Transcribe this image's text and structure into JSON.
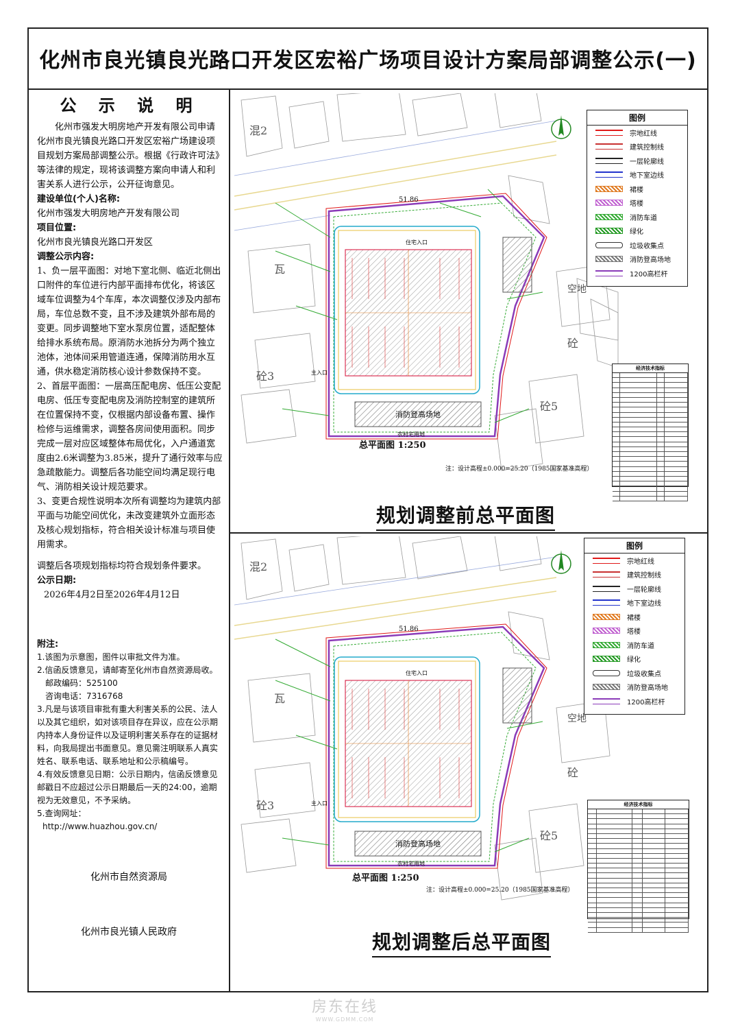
{
  "title": "化州市良光镇良光路口开发区宏裕广场项目设计方案局部调整公示(一)",
  "notice": {
    "heading": "公 示 说 明",
    "intro": "化州市强发大明房地产开发有限公司申请化州市良光镇良光路口开发区宏裕广场建设项目规划方案局部调整公示。根据《行政许可法》等法律的规定，现将该调整方案向申请人和利害关系人进行公示，公开征询意见。",
    "applicant_label": "建设单位(个人)名称:",
    "applicant": "化州市强发大明房地产开发有限公司",
    "location_label": "项目位置:",
    "location": "化州市良光镇良光路口开发区",
    "content_label": "调整公示内容:",
    "item1": "1、负一层平面图：对地下室北侧、临近北侧出口附件的车位进行内部平面排布优化，将该区域车位调整为4个车库，本次调整仅涉及内部布局，车位总数不变，且不涉及建筑外部布局的变更。同步调整地下室水泵房位置，适配整体给排水系统布局。原消防水池拆分为两个独立池体，池体间采用管道连通，保障消防用水互通，供水稳定消防核心设计参数保持不变。",
    "item2": "2、首层平面图：一层高压配电房、低压公变配电房、低压专变配电房及消防控制室的建筑所在位置保持不变，仅根据内部设备布置、操作检修与运维需求，调整各房间使用面积。同步完成一层对应区域整体布局优化，入户通道宽度由2.6米调整为3.85米，提升了通行效率与应急疏散能力。调整后各功能空间均满足现行电气、消防相关设计规范要求。",
    "item3": "3、变更合规性说明本次所有调整均为建筑内部平面与功能空间优化，未改变建筑外立面形态及核心规划指标，符合相关设计标准与项目使用需求。",
    "compliance": "调整后各项规划指标均符合规划条件要求。",
    "date_label": "公示日期:",
    "date": "2026年4月2日至2026年4月12日"
  },
  "footnotes": {
    "label": "附注:",
    "n1": "1.该图为示意图，图件以审批文件为准。",
    "n2": "2.信函反馈意见，请邮寄至化州市自然资源局收。",
    "postcode": "邮政编码：525100",
    "phone": "咨询电话：7316768",
    "n3": "3.凡是与该项目审批有重大利害关系的公民、法人以及其它组织，如对该项目存在异议，应在公示期内持本人身份证件以及证明利害关系存在的证据材料，向我局提出书面意见。意见需注明联系人真实姓名、联系电话、联系地址和公示稿编号。",
    "n4": "4.有效反馈意见日期：公示日期内，信函反馈意见邮戳日不应超过公示日期最后一天的24:00，逾期视为无效意见，不予采纳。",
    "n5": "5.查询网址：",
    "url": "http://www.huazhou.gov.cn/"
  },
  "signatures": {
    "bureau": "化州市自然资源局",
    "government": "化州市良光镇人民政府"
  },
  "plan_before": {
    "caption": "规划调整前总平面图",
    "scale": "总平面图 1:250",
    "note": "注：设计高程±0.000=25.20（1985国家基准高程）"
  },
  "plan_after": {
    "caption": "规划调整后总平面图",
    "scale": "总平面图 1:250",
    "note": "注：设计高程±0.000=25.20（1985国家基准高程）"
  },
  "legend": {
    "title": "图例",
    "items": [
      "宗地红线",
      "建筑控制线",
      "一层轮廓线",
      "地下室边线",
      "裙楼",
      "塔楼",
      "消防车道",
      "绿化",
      "垃圾收集点",
      "消防登高场地",
      "1200高栏杆"
    ],
    "colors": [
      "#e01818",
      "#c83030",
      "#222222",
      "#2233cc",
      "#e07a20",
      "#c060d0",
      "#33aa33",
      "#229922",
      "#333333",
      "#777777",
      "#8a3ab8"
    ]
  },
  "site_labels": {
    "entrance": "住宅入口",
    "main_entrance": "主入口",
    "fire_area": "消防登高场地",
    "rural_land": "农村宅用地",
    "north_len": "51.86",
    "vacant": "空地",
    "tile": "瓦",
    "c2": "混2",
    "c3": "砼3",
    "c5": "砼5",
    "c1": "砼"
  },
  "econ_table": {
    "title": "经济技术指标"
  }
}
